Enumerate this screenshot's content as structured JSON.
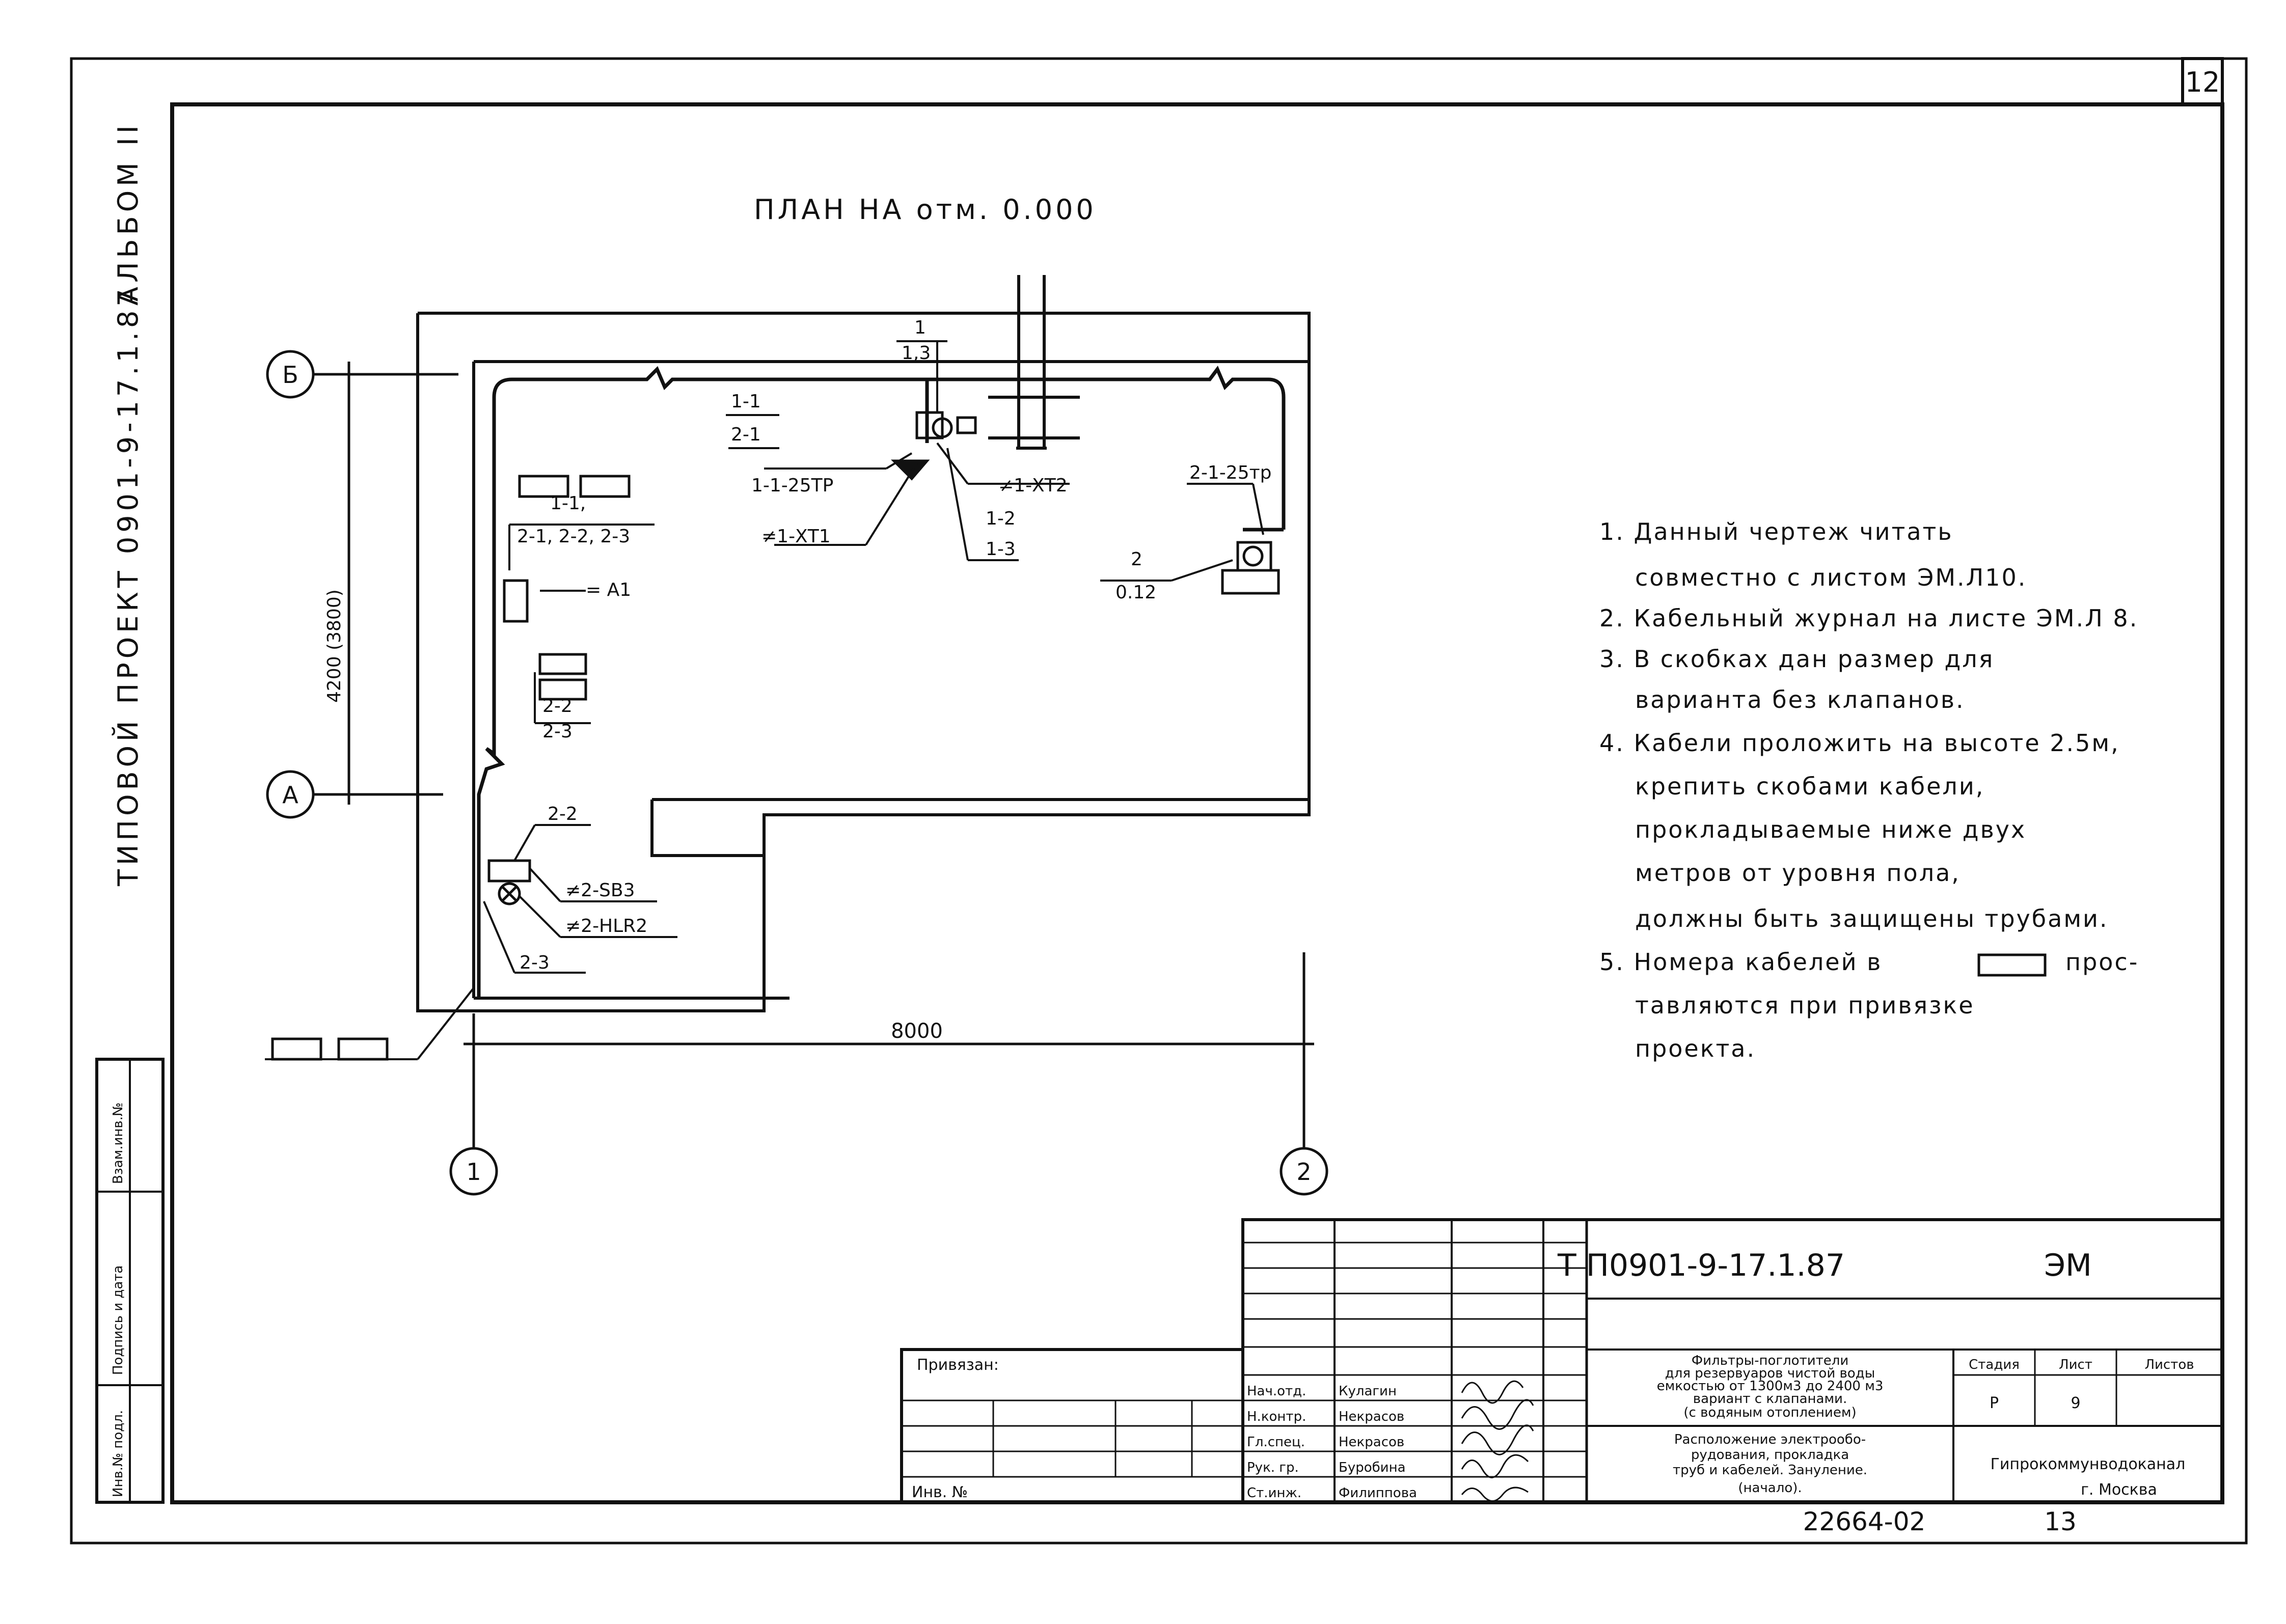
{
  "sheet": {
    "page_number": "12",
    "album": "АЛЬБОМ II",
    "project": "ТИПОВОЙ ПРОЕКТ 0901-9-17.1.87"
  },
  "plan": {
    "title": "ПЛАН НА отм. 0.000",
    "axis_b": "Б",
    "axis_a": "А",
    "axis_1": "1",
    "axis_2": "2",
    "dim_vertical": "4200 (3800)",
    "dim_horizontal": "8000"
  },
  "labels": {
    "l1_top": "1",
    "l13_bottom": "1,3",
    "l11_top": "1-1",
    "l21_bottom": "2-1",
    "c_125tr": "1-1-25ТР",
    "c_xt2": "≠1-ХТ2",
    "c_xt1": "≠1-ХТ1",
    "l12_top": "1-2",
    "l13b_bottom": "1-3",
    "c_2125tr": "2-1-25тр",
    "l2_top": "2",
    "l012_bottom": "0.12",
    "l11c_top": "1-1,",
    "l2123_bottom": "2-1, 2-2, 2-3",
    "a1": "= А1",
    "l22_top": "2-2",
    "l23_bottom": "2-3",
    "l22b": "2-2",
    "sb3": "≠2-SB3",
    "hlr2": "≠2-HLR2",
    "l23b": "2-3"
  },
  "notes": [
    "1. Данный чертеж читать",
    "совместно с листом ЭМ.Л10.",
    "2. Кабельный журнал на листе ЭМ.Л 8.",
    "3. В скобках дан размер для",
    "варианта без клапанов.",
    "4. Кабели проложить на высоте 2.5м,",
    "крепить скобами кабели,",
    "прокладываемые ниже двух",
    "метров от уровня пола,",
    "должны быть защищены трубами.",
    "5. Номера кабелей в",
    "прос-",
    "тавляются при привязке",
    "проекта."
  ],
  "side_stamp": {
    "inv_podl": "Инв.№ подл.",
    "podpis": "Подпись и дата",
    "vzam": "Взам.инв.№"
  },
  "title_block": {
    "doc_code": "Т П0901-9-17.1.87",
    "mark": "ЭМ",
    "privyazan": "Привязан:",
    "inv_no": "Инв. №",
    "desc1": [
      "Фильтры-поглотители",
      "для резервуаров чистой воды",
      "емкостью от 1300м3 до 2400 м3",
      "вариант с клапанами.",
      "(с водяным отоплением)"
    ],
    "desc2": [
      "Расположение электрообо-",
      "рудования, прокладка",
      "труб и кабелей. Зануление.",
      "(начало)."
    ],
    "stadiya_h": "Стадия",
    "list_h": "Лист",
    "listov_h": "Листов",
    "stadiya": "Р",
    "list": "9",
    "org": "Гипрокоммунводоканал",
    "city": "г. Москва",
    "roles": [
      "Нач.отд.",
      "Н.контр.",
      "Гл.спец.",
      "Рук. гр.",
      "Ст.инж."
    ],
    "names": [
      "Кулагин",
      "Некрасов",
      "Некрасов",
      "Буробина",
      "Филиппова"
    ],
    "archive": "22664-02",
    "archive_page": "13"
  }
}
